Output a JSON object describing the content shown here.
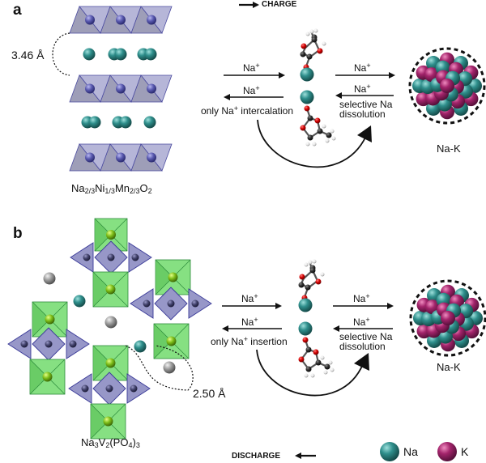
{
  "figure": {
    "direction_labels": {
      "charge": "CHARGE",
      "discharge": "DISCHARGE"
    },
    "colors": {
      "na_atom": "#2f8f8c",
      "k_atom": "#a3246b",
      "layer_polyhedron": "#a7a7d0",
      "layer_edge": "#4b4ba0",
      "vo6_octahedron": "#7ed87a",
      "po4_tetrahedron": "#8e8ec4",
      "v_atom": "#7fbf1a",
      "vacancy_atom": "#8a8a8a",
      "oxygen": "#d40000",
      "carbon": "#303030",
      "hydrogen": "#f0f0f0"
    },
    "panels": [
      {
        "label": "a",
        "material": {
          "parts": [
            {
              "t": "Na"
            },
            {
              "sub": "2/3"
            },
            {
              "t": "Ni"
            },
            {
              "sub": "1/3"
            },
            {
              "t": "Mn"
            },
            {
              "sub": "2/3"
            },
            {
              "t": "O"
            },
            {
              "sub": "2"
            }
          ]
        },
        "interlayer_distance": "3.46 Å",
        "forward_ion": "Na",
        "forward_ion_charge": "+",
        "backward_ion": "Na",
        "backward_ion_charge": "+",
        "left_note_prefix": "only Na",
        "left_note_charge": "+",
        "left_note_suffix": " intercalation",
        "right_forward_ion": "Na",
        "right_forward_charge": "+",
        "right_backward_ion": "Na",
        "right_backward_charge": "+",
        "right_note_line1": "selective Na",
        "right_note_line2": "dissolution",
        "alloy_label": "Na-K"
      },
      {
        "label": "b",
        "material": {
          "parts": [
            {
              "t": "Na"
            },
            {
              "sub": "3"
            },
            {
              "t": "V"
            },
            {
              "sub": "2"
            },
            {
              "t": "(PO"
            },
            {
              "sub": "4"
            },
            {
              "t": ")"
            },
            {
              "sub": "3"
            }
          ]
        },
        "interlayer_distance": "2.50 Å",
        "forward_ion": "Na",
        "forward_ion_charge": "+",
        "backward_ion": "Na",
        "backward_ion_charge": "+",
        "left_note_prefix": "only Na",
        "left_note_charge": "+",
        "left_note_suffix": " insertion",
        "right_forward_ion": "Na",
        "right_forward_charge": "+",
        "right_backward_ion": "Na",
        "right_backward_charge": "+",
        "right_note_line1": "selective Na",
        "right_note_line2": "dissolution",
        "alloy_label": "Na-K"
      }
    ],
    "legend": [
      {
        "label": "Na",
        "icon": "na-atom-sphere"
      },
      {
        "label": "K",
        "icon": "k-atom-sphere"
      }
    ]
  }
}
